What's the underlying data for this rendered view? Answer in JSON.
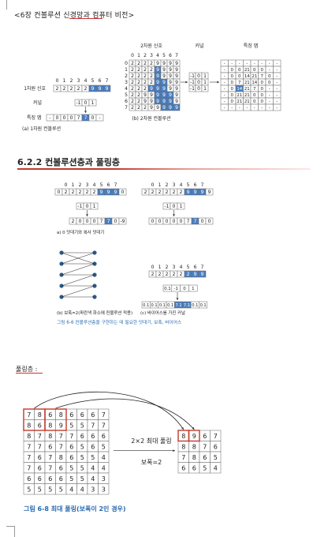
{
  "header": {
    "text": "<6장 컨볼루션 신경망과 컴퓨터 비전>"
  },
  "fig1": {
    "title_2d_signal": "2차원 신호",
    "title_kernel": "커널",
    "title_featuremap": "특징 맵",
    "label_1d_signal": "1차원 신호",
    "label_kernel": "커널",
    "label_featuremap": "특징 맵",
    "caption_a": "(a) 1차원 컨볼루션",
    "caption_b": "(b) 2차원 컨볼루션",
    "index_digits": [
      "0",
      "1",
      "2",
      "3",
      "4",
      "5",
      "6",
      "7"
    ],
    "signal_1d": [
      "2",
      "2",
      "2",
      "2",
      "2",
      "9",
      "9",
      "9"
    ],
    "kernel_1d": [
      "-1",
      "0",
      "1"
    ],
    "feature_1d": [
      "-",
      "0",
      "0",
      "0",
      "7",
      "7",
      "0",
      "-"
    ],
    "signal_2d": [
      [
        "2",
        "2",
        "2",
        "2",
        "9",
        "9",
        "9",
        "9"
      ],
      [
        "2",
        "2",
        "2",
        "2",
        "9",
        "9",
        "9",
        "9"
      ],
      [
        "2",
        "2",
        "2",
        "2",
        "9",
        "9",
        "9",
        "9"
      ],
      [
        "2",
        "2",
        "2",
        "2",
        "9",
        "9",
        "9",
        "9"
      ],
      [
        "2",
        "2",
        "2",
        "9",
        "9",
        "9",
        "9",
        "9"
      ],
      [
        "2",
        "2",
        "9",
        "9",
        "9",
        "9",
        "9",
        "9"
      ],
      [
        "2",
        "2",
        "9",
        "9",
        "9",
        "9",
        "9",
        "9"
      ],
      [
        "2",
        "2",
        "2",
        "9",
        "9",
        "9",
        "9",
        "9"
      ]
    ],
    "kernel_2d": [
      [
        "-1",
        "0",
        "1"
      ],
      [
        "-1",
        "0",
        "1"
      ],
      [
        "-1",
        "0",
        "1"
      ]
    ],
    "feature_2d": [
      [
        "-",
        "-",
        "-",
        "-",
        "-",
        "-",
        "-",
        "-"
      ],
      [
        "-",
        "0",
        "0",
        "21",
        "0",
        "0",
        "-",
        "-"
      ],
      [
        "-",
        "0",
        "0",
        "14",
        "21",
        "7",
        "0",
        "-"
      ],
      [
        "-",
        "0",
        "7",
        "21",
        "14",
        "0",
        "0",
        "-"
      ],
      [
        "-",
        "0",
        "14",
        "21",
        "7",
        "0",
        "-",
        "-"
      ],
      [
        "-",
        "0",
        "21",
        "21",
        "0",
        "0",
        "-",
        "-"
      ],
      [
        "-",
        "0",
        "21",
        "21",
        "0",
        "0",
        "-",
        "-"
      ],
      [
        "-",
        "-",
        "-",
        "-",
        "-",
        "-",
        "-",
        "-"
      ]
    ]
  },
  "section": {
    "title": "6.2.2 컨볼루션층과 풀링층"
  },
  "fig2": {
    "pad_signal": [
      "0",
      "2",
      "2",
      "2",
      "2",
      "2",
      "9",
      "9",
      "9",
      "0"
    ],
    "copy_signal": [
      "2",
      "2",
      "2",
      "2",
      "2",
      "2",
      "9",
      "9",
      "9",
      "9"
    ],
    "pad_result": [
      "2",
      "0",
      "0",
      "0",
      "7",
      "7",
      "0",
      "-9"
    ],
    "copy_result": [
      "0",
      "0",
      "0",
      "0",
      "0",
      "7",
      "7",
      "0",
      "0"
    ],
    "caption_a": "a) 0 덧대기와 복사 덧대기",
    "bias_signal": [
      "2",
      "2",
      "2",
      "2",
      "2",
      "2",
      "9",
      "9",
      "9"
    ],
    "bias_kernel": [
      "0.1",
      "-1",
      "0",
      "1"
    ],
    "bias_result": [
      "0.1",
      "0.1",
      "0.1",
      "0.1",
      "7.1",
      "7.1",
      "0.1",
      "0.1"
    ],
    "caption_b": "(b) 보폭=2(파란색 화소에 컨볼루션 적용)",
    "caption_c": "(c) 바이어스를 가진 커널",
    "figure_caption": "그림 6-6 컨볼루션층을 구현하는 데 필요한 덧대기, 보폭, 바이어스"
  },
  "pooling": {
    "label": "풀링층 :",
    "input": [
      [
        "7",
        "8",
        "6",
        "8",
        "6",
        "6",
        "6",
        "7"
      ],
      [
        "8",
        "6",
        "8",
        "9",
        "5",
        "5",
        "7",
        "7"
      ],
      [
        "8",
        "7",
        "8",
        "7",
        "7",
        "6",
        "6",
        "6"
      ],
      [
        "7",
        "7",
        "6",
        "7",
        "6",
        "5",
        "6",
        "5"
      ],
      [
        "7",
        "6",
        "7",
        "8",
        "6",
        "5",
        "5",
        "4"
      ],
      [
        "7",
        "6",
        "7",
        "6",
        "5",
        "5",
        "4",
        "4"
      ],
      [
        "6",
        "6",
        "6",
        "6",
        "5",
        "5",
        "4",
        "3"
      ],
      [
        "5",
        "5",
        "5",
        "5",
        "4",
        "4",
        "3",
        "3"
      ]
    ],
    "output": [
      [
        "8",
        "9",
        "6",
        "7"
      ],
      [
        "8",
        "8",
        "7",
        "6"
      ],
      [
        "7",
        "8",
        "6",
        "5"
      ],
      [
        "6",
        "6",
        "5",
        "4"
      ]
    ],
    "op_label": "2×2 최대 풀링",
    "stride_label": "보폭=2",
    "figure_caption": "그림 6-8 최대 풀링(보폭이 2인 경우)"
  },
  "colors": {
    "highlight": "#4a7fc1",
    "accent_red": "#c0392b",
    "caption_blue": "#2a6bb0"
  }
}
